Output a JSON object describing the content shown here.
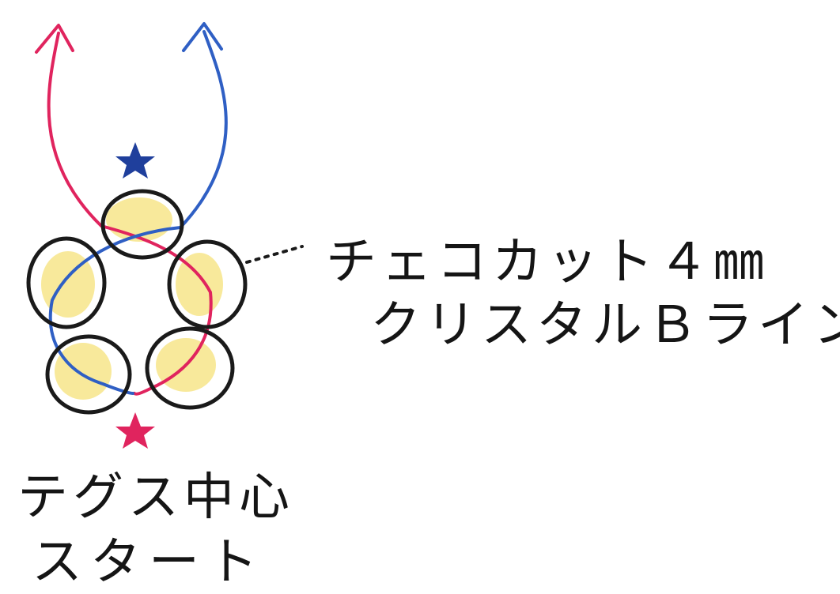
{
  "labels": {
    "bead_line1": "チェコカット４㎜",
    "bead_line2": "クリスタルＢライン",
    "start_line1": "テグス中心",
    "start_line2": "スタート"
  },
  "colors": {
    "bead_outline": "#1a1a1a",
    "bead_fill": "#f6e27a",
    "thread_left": "#e0245e",
    "thread_right": "#2f5fc4",
    "star_top": "#1f3f9c",
    "star_bottom": "#e0245e",
    "text": "#151515",
    "background": "#ffffff"
  },
  "icons": {
    "top_marker": "blue-star-icon",
    "bottom_marker": "red-star-icon"
  }
}
